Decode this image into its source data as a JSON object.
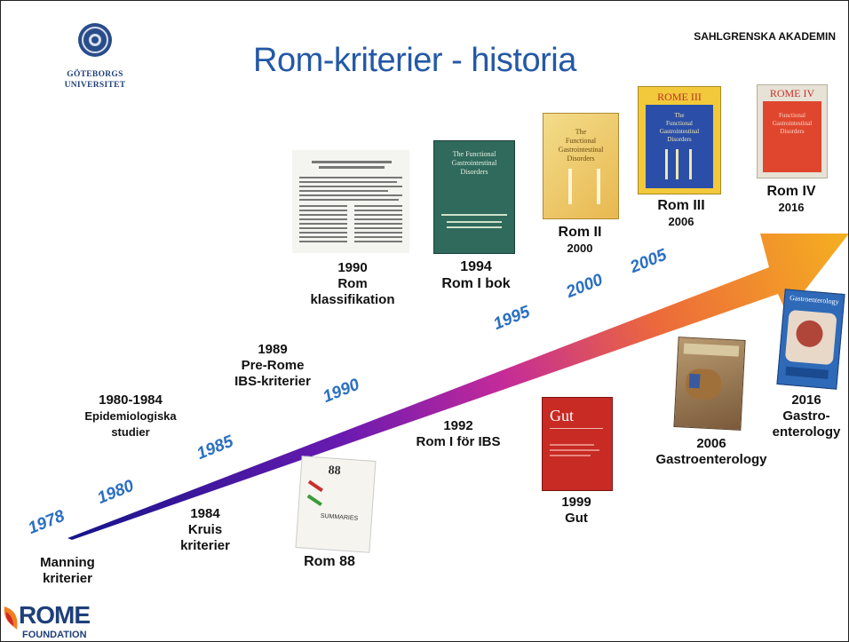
{
  "header": {
    "title": "Rom-kriterier - historia",
    "institution": "SAHLGRENSKA AKADEMIN",
    "university_line1": "GÖTEBORGS",
    "university_line2": "UNIVERSITET"
  },
  "timeline_years": [
    "1978",
    "1980",
    "1985",
    "1990",
    "1995",
    "2000",
    "2005"
  ],
  "milestones": {
    "manning": {
      "line1": "Manning",
      "line2": "kriterier"
    },
    "kruis": {
      "line1": "1984",
      "line2": "Kruis",
      "line3": "kriterier"
    },
    "epi": {
      "line1": "1980-1984",
      "line2": "Epidemiologiska",
      "line3": "studier"
    },
    "prerome": {
      "line1": "1989",
      "line2": "Pre-Rome",
      "line3": "IBS-kriterier"
    },
    "rom88": {
      "line1": "Rom 88"
    },
    "klass": {
      "line1": "1990",
      "line2": "Rom",
      "line3": "klassifikation"
    },
    "rom1bok": {
      "line1": "1994",
      "line2": "Rom I bok"
    },
    "rom1ibs": {
      "line1": "1992",
      "line2": "Rom I för IBS"
    },
    "rom2": {
      "line1": "Rom II",
      "line2": "2000"
    },
    "rom3": {
      "line1": "Rom III",
      "line2": "2006"
    },
    "rom4": {
      "line1": "Rom IV",
      "line2": "2016"
    },
    "gut": {
      "line1": "1999",
      "line2": "Gut"
    },
    "gastro2006": {
      "line1": "2006",
      "line2": "Gastroenterology"
    },
    "gastro2016": {
      "line1": "2016",
      "line2": "Gastro-",
      "line3": "enterology"
    }
  },
  "covers": {
    "rom1bok": {
      "line1": "The Functional",
      "line2": "Gastrointestinal",
      "line3": "Disorders"
    },
    "rom2": {
      "line1": "The",
      "line2": "Functional",
      "line3": "Gastrointestinal",
      "line4": "Disorders"
    },
    "rom3": {
      "title": "ROME III",
      "line1": "The",
      "line2": "Functional",
      "line3": "Gastrointestinal",
      "line4": "Disorders"
    },
    "rom4": {
      "title": "ROME IV",
      "line1": "Functional",
      "line2": "Gastrointestinal",
      "line3": "Disorders"
    },
    "gut": {
      "title": "Gut"
    },
    "rom88": {
      "title": "88",
      "line1": "SUMMARIES"
    },
    "gastro2016": {
      "title": "Gastroenterology"
    }
  },
  "footer": {
    "logo_main": "ROME",
    "logo_sub": "FOUNDATION"
  },
  "colors": {
    "title": "#2458a6",
    "year": "#2a6fc2",
    "arrow_start": "#1a1a8c",
    "arrow_mid": "#a020a0",
    "arrow_end": "#f4a020"
  }
}
